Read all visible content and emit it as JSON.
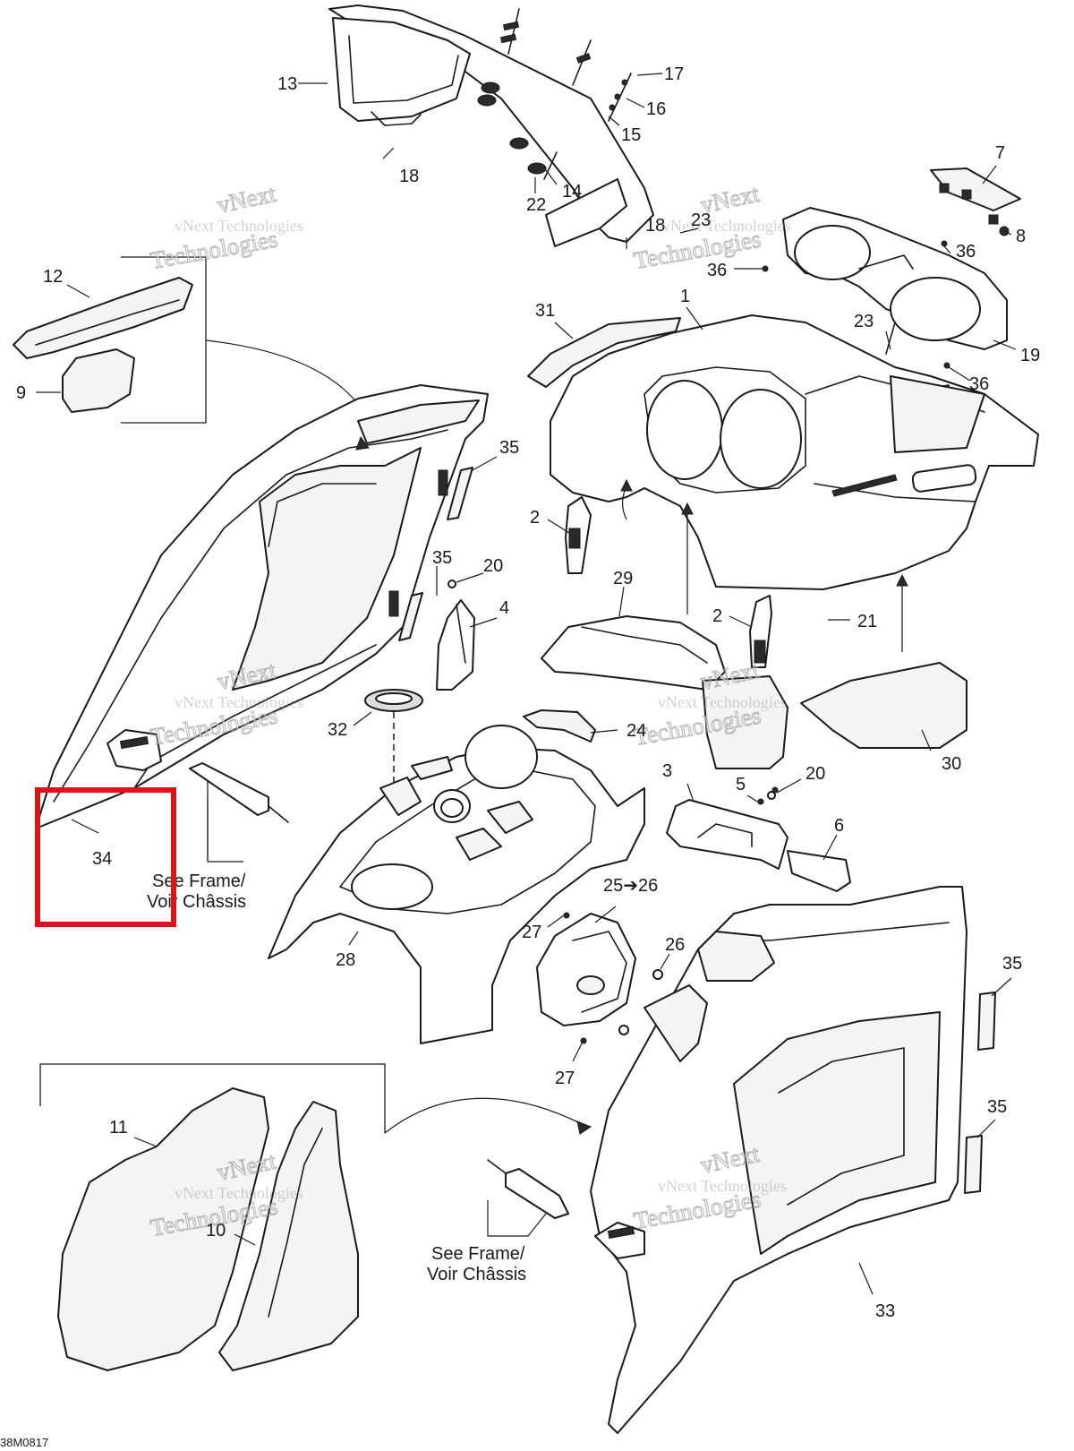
{
  "callouts": [
    {
      "id": "c1",
      "label": "1"
    },
    {
      "id": "c2a",
      "label": "2"
    },
    {
      "id": "c2b",
      "label": "2"
    },
    {
      "id": "c3",
      "label": "3"
    },
    {
      "id": "c4",
      "label": "4"
    },
    {
      "id": "c5",
      "label": "5"
    },
    {
      "id": "c6",
      "label": "6"
    },
    {
      "id": "c7",
      "label": "7"
    },
    {
      "id": "c8",
      "label": "8"
    },
    {
      "id": "c9",
      "label": "9"
    },
    {
      "id": "c10",
      "label": "10"
    },
    {
      "id": "c11",
      "label": "11"
    },
    {
      "id": "c12",
      "label": "12"
    },
    {
      "id": "c13",
      "label": "13"
    },
    {
      "id": "c14",
      "label": "14"
    },
    {
      "id": "c15",
      "label": "15"
    },
    {
      "id": "c16",
      "label": "16"
    },
    {
      "id": "c17",
      "label": "17"
    },
    {
      "id": "c18a",
      "label": "18"
    },
    {
      "id": "c18b",
      "label": "18"
    },
    {
      "id": "c19",
      "label": "19"
    },
    {
      "id": "c20a",
      "label": "20"
    },
    {
      "id": "c20b",
      "label": "20"
    },
    {
      "id": "c21",
      "label": "21"
    },
    {
      "id": "c22",
      "label": "22"
    },
    {
      "id": "c23a",
      "label": "23"
    },
    {
      "id": "c23b",
      "label": "23"
    },
    {
      "id": "c24",
      "label": "24"
    },
    {
      "id": "c25",
      "label": "25➔26"
    },
    {
      "id": "c26",
      "label": "26"
    },
    {
      "id": "c27a",
      "label": "27"
    },
    {
      "id": "c27b",
      "label": "27"
    },
    {
      "id": "c28",
      "label": "28"
    },
    {
      "id": "c29",
      "label": "29"
    },
    {
      "id": "c30",
      "label": "30"
    },
    {
      "id": "c31",
      "label": "31"
    },
    {
      "id": "c32",
      "label": "32"
    },
    {
      "id": "c33",
      "label": "33"
    },
    {
      "id": "c34",
      "label": "34"
    },
    {
      "id": "c35a",
      "label": "35"
    },
    {
      "id": "c35b",
      "label": "35"
    },
    {
      "id": "c35c",
      "label": "35"
    },
    {
      "id": "c35d",
      "label": "35"
    },
    {
      "id": "c36a",
      "label": "36"
    },
    {
      "id": "c36b",
      "label": "36"
    },
    {
      "id": "c36c",
      "label": "36"
    }
  ],
  "notes": {
    "frame_ref_left": {
      "line1": "See Frame/",
      "line2": "Voir Châssis"
    },
    "frame_ref_bottom": {
      "line1": "See Frame/",
      "line2": "Voir Châssis"
    }
  },
  "watermark": {
    "line1": "vNext Technologies",
    "line2": "Technologies",
    "line3": "vNext"
  },
  "drawing_code": "38M0817",
  "highlight": {
    "target": "34",
    "color": "#d9141b"
  }
}
